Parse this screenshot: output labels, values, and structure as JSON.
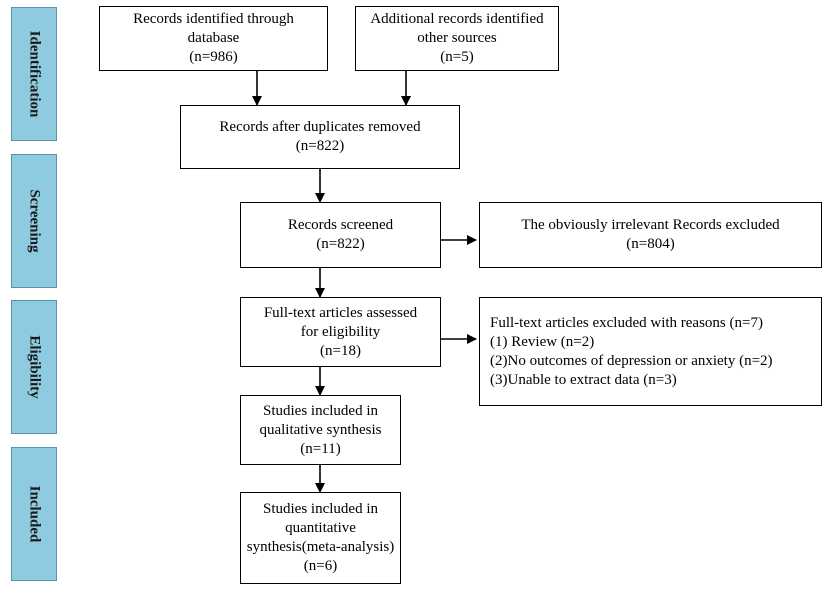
{
  "stages": {
    "identification": "Identification",
    "screening": "Screening",
    "eligibility": "Eligibility",
    "included": "Included"
  },
  "boxes": {
    "db_records": [
      "Records identified through",
      "database",
      "(n=986)"
    ],
    "other_records": [
      "Additional records identified",
      "other sources",
      "(n=5)"
    ],
    "dedup": [
      "Records after duplicates removed",
      "(n=822)"
    ],
    "screened": [
      "Records screened",
      "(n=822)"
    ],
    "irrelevant_excluded": [
      "The obviously irrelevant Records excluded",
      "(n=804)"
    ],
    "fulltext_assessed": [
      "Full-text articles assessed",
      "for eligibility",
      "(n=18)"
    ],
    "fulltext_excluded": [
      "Full-text articles excluded with reasons (n=7)",
      "(1) Review (n=2)",
      "(2)No outcomes of  depression or anxiety (n=2)",
      "(3)Unable to extract data (n=3)"
    ],
    "qualitative": [
      "Studies included in",
      "qualitative synthesis",
      "(n=11)"
    ],
    "quantitative": [
      "Studies included in",
      "quantitative",
      "synthesis(meta-analysis)",
      "(n=6)"
    ]
  }
}
